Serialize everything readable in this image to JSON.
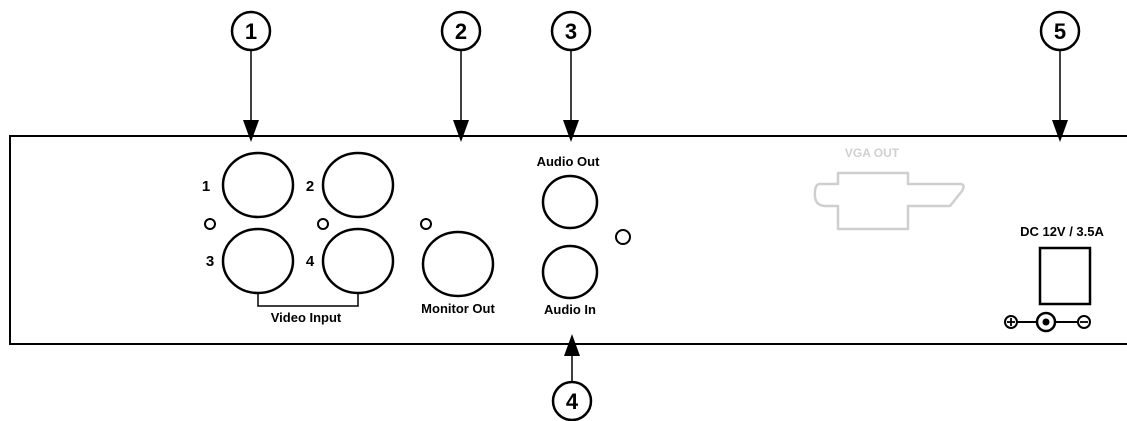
{
  "callouts": [
    "1",
    "2",
    "3",
    "4",
    "5"
  ],
  "panel": {
    "video_input": {
      "label": "Video Input",
      "port_numbers": [
        "1",
        "2",
        "3",
        "4"
      ]
    },
    "monitor_out_label": "Monitor Out",
    "audio_out_label": "Audio Out",
    "audio_in_label": "Audio In",
    "vga_out_label": "VGA OUT",
    "dc_label": "DC 12V / 3.5A"
  }
}
